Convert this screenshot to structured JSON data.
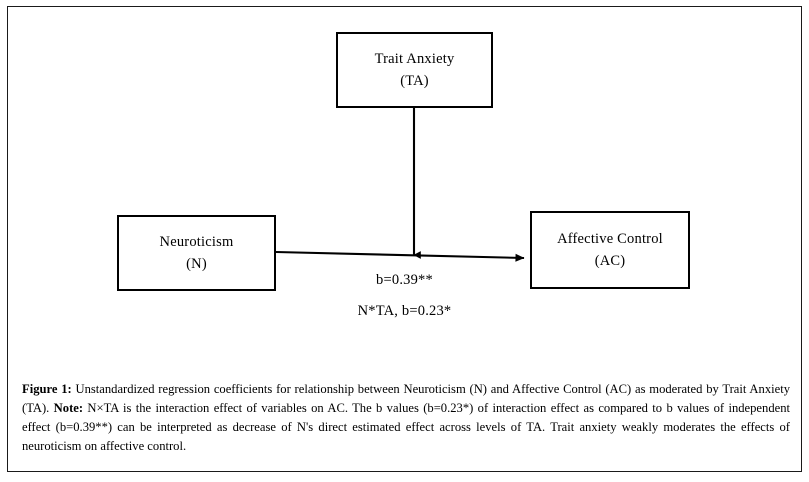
{
  "figure": {
    "nodes": [
      {
        "id": "trait-anxiety",
        "title": "Trait Anxiety",
        "abbr": "(TA)"
      },
      {
        "id": "neuroticism",
        "title": "Neuroticism",
        "abbr": "(N)"
      },
      {
        "id": "affective-control",
        "title": "Affective Control",
        "abbr": "(AC)"
      }
    ],
    "labels": {
      "direct_effect": "b=0.39**",
      "interaction_effect": "N*TA, b=0.23*"
    },
    "edges": [
      {
        "id": "moderator-edge",
        "from": "trait-anxiety",
        "to": "neuroticism-to-affective-control-path",
        "style": "solid-arrow-down"
      },
      {
        "id": "direct-edge",
        "from": "neuroticism",
        "to": "affective-control",
        "style": "solid-arrow-right",
        "label": "b=0.39**"
      }
    ],
    "colors": {
      "stroke": "#000000",
      "border": "#1a1a1a",
      "background": "#ffffff",
      "text": "#000000"
    }
  },
  "caption": {
    "figure_label": "Figure 1:",
    "note_label": "Note:",
    "text_part1": " Unstandardized regression coefficients for relationship between Neuroticism (N) and Affective Control (AC) as moderated by Trait Anxiety (TA). ",
    "text_part2": " N×TA is the interaction effect of variables on AC. The b values (b=0.23*) of interaction effect as compared to b values of independent effect (b=0.39**) can be interpreted as decrease of N's direct estimated effect across levels of TA. Trait anxiety weakly moderates the effects of neuroticism on affective control."
  }
}
